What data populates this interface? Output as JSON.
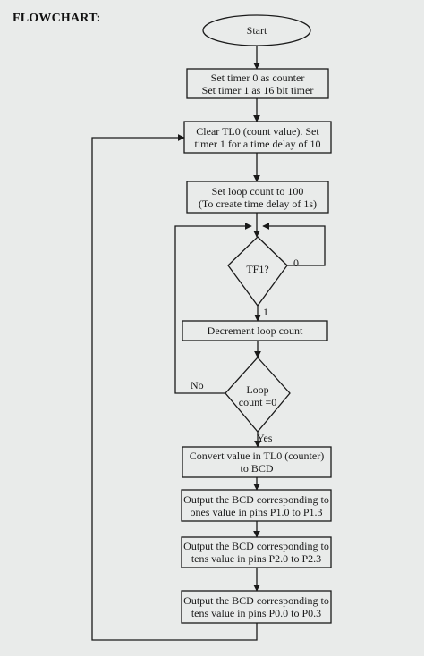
{
  "heading": "FLOWCHART:",
  "start": "Start",
  "steps": {
    "set_timer_line1": "Set timer 0 as counter",
    "set_timer_line2": "Set timer 1 as 16 bit timer",
    "clear_tl0_line1": "Clear TL0 (count value). Set",
    "clear_tl0_line2": "timer 1 for a time delay of 10",
    "loop_count_line1": "Set loop count to 100",
    "loop_count_line2": "(To create time delay of 1s)",
    "tf1": "TF1?",
    "decrement": "Decrement loop count",
    "loop_line1": "Loop",
    "loop_line2": "count =0",
    "convert_line1": "Convert value in TL0 (counter)",
    "convert_line2": "to BCD",
    "ones_line1": "Output the BCD corresponding to",
    "ones_line2": "ones value in pins P1.0 to P1.3",
    "tens2_line1": "Output the BCD corresponding to",
    "tens2_line2": "tens value in pins P2.0 to P2.3",
    "tens0_line1": "Output the BCD corresponding to",
    "tens0_line2": "tens value in pins P0.0 to P0.3"
  },
  "edge_labels": {
    "tf1_zero": "0",
    "tf1_one": "1",
    "loop_no": "No",
    "loop_yes": "Yes"
  }
}
